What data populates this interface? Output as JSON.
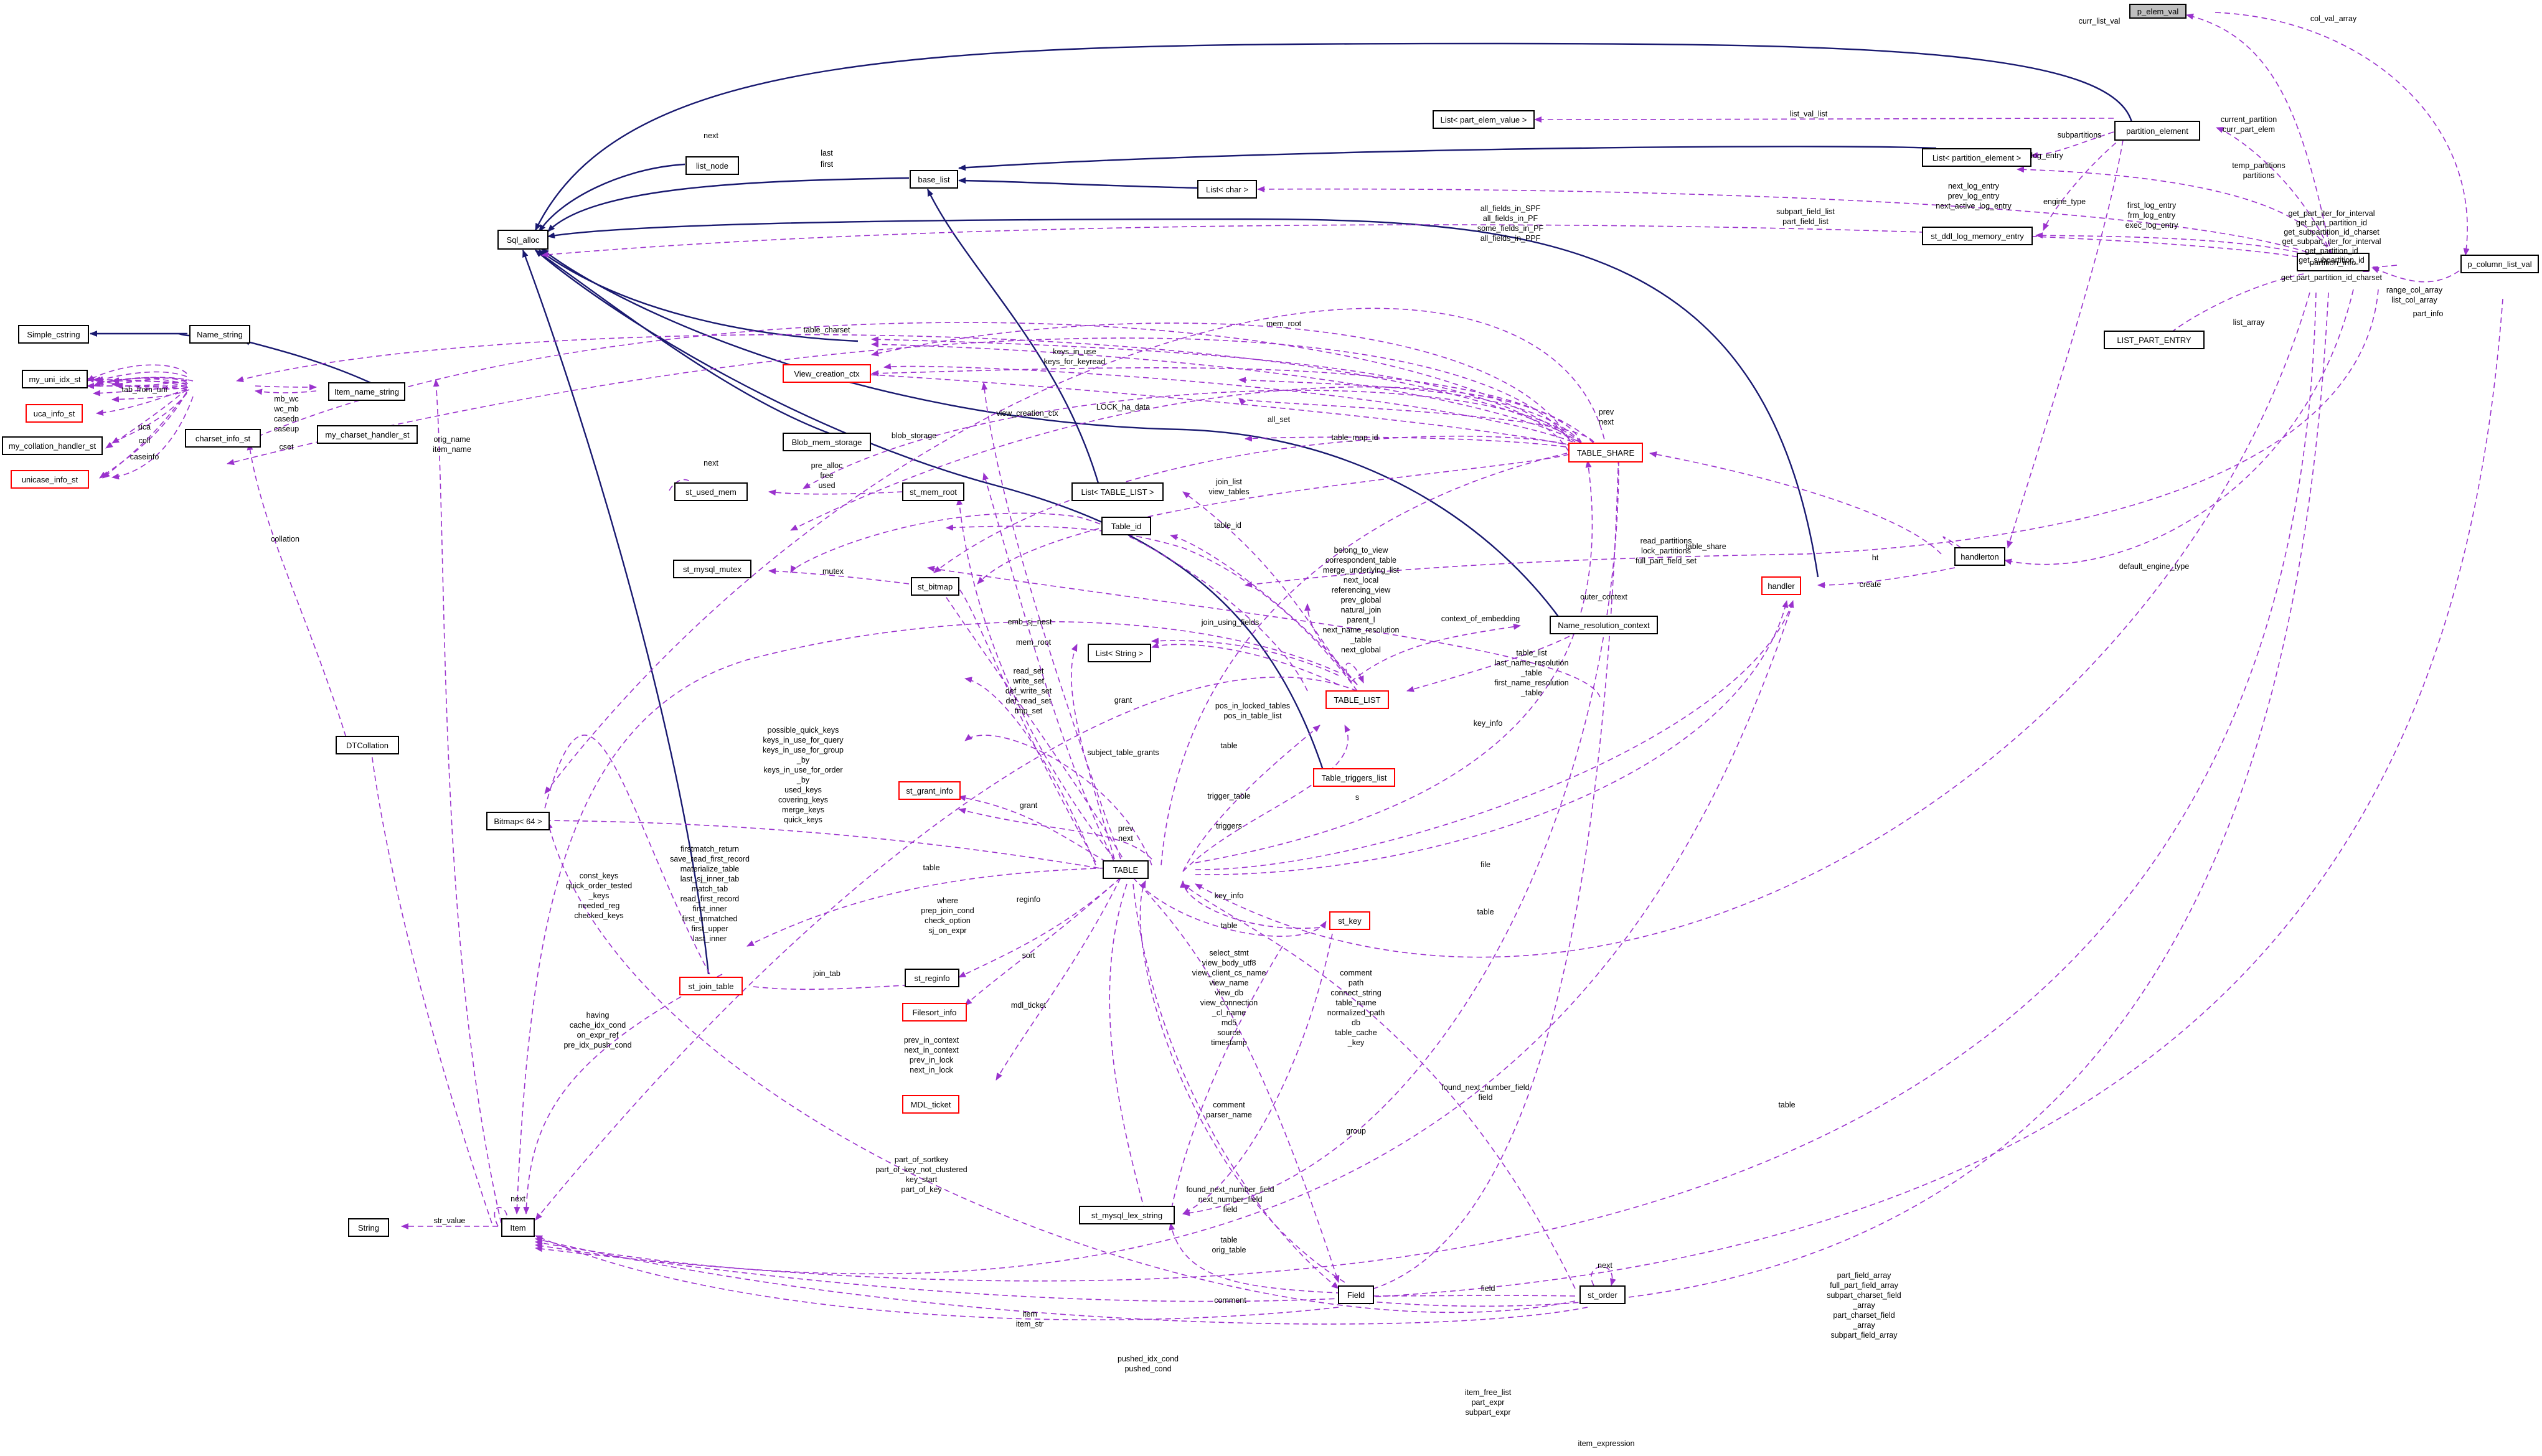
{
  "colors": {
    "inheritance_edge": "#191970",
    "usage_edge": "#9a32cd",
    "node_border": "#000000",
    "incomplete_node_border": "#ff0000",
    "focus_node_fill": "#bfbfbf"
  },
  "nodes": {
    "p_elem_val": {
      "label": "p_elem_val",
      "style": "gray"
    },
    "partition_element": {
      "label": "partition_element"
    },
    "list_part_elem_value": {
      "label": "List< part_elem_value >"
    },
    "list_partition_element": {
      "label": "List< partition_element >"
    },
    "list_node": {
      "label": "list_node"
    },
    "base_list": {
      "label": "base_list"
    },
    "list_char": {
      "label": "List< char >"
    },
    "st_ddl_log_memory_entry": {
      "label": "st_ddl_log_memory_entry"
    },
    "sql_alloc": {
      "label": "Sql_alloc"
    },
    "partition_info": {
      "label": "partition_info"
    },
    "p_column_list_val": {
      "label": "p_column_list_val"
    },
    "simple_cstring": {
      "label": "Simple_cstring"
    },
    "name_string": {
      "label": "Name_string"
    },
    "list_part_entry": {
      "label": "LIST_PART_ENTRY"
    },
    "view_creation_ctx": {
      "label": "View_creation_ctx",
      "style": "red"
    },
    "my_uni_idx_st": {
      "label": "my_uni_idx_st"
    },
    "item_name_string": {
      "label": "Item_name_string"
    },
    "uca_info_st": {
      "label": "uca_info_st",
      "style": "red"
    },
    "charset_info_st": {
      "label": "charset_info_st"
    },
    "my_charset_handler_st": {
      "label": "my_charset_handler_st"
    },
    "my_collation_handler_st": {
      "label": "my_collation_handler_st"
    },
    "blob_mem_storage": {
      "label": "Blob_mem_storage"
    },
    "table_share": {
      "label": "TABLE_SHARE",
      "style": "red"
    },
    "unicase_info_st": {
      "label": "unicase_info_st",
      "style": "red"
    },
    "list_table_list": {
      "label": "List< TABLE_LIST >"
    },
    "st_used_mem": {
      "label": "st_used_mem"
    },
    "st_mem_root": {
      "label": "st_mem_root"
    },
    "table_id": {
      "label": "Table_id"
    },
    "handlerton": {
      "label": "handlerton"
    },
    "handler": {
      "label": "handler",
      "style": "red"
    },
    "st_mysql_mutex": {
      "label": "st_mysql_mutex"
    },
    "st_bitmap": {
      "label": "st_bitmap"
    },
    "name_resolution_context": {
      "label": "Name_resolution_context"
    },
    "list_string": {
      "label": "List< String >"
    },
    "table_list": {
      "label": "TABLE_LIST",
      "style": "red"
    },
    "dtcollation": {
      "label": "DTCollation"
    },
    "table_triggers_list": {
      "label": "Table_triggers_list",
      "style": "red"
    },
    "st_grant_info": {
      "label": "st_grant_info",
      "style": "red"
    },
    "bitmap_64": {
      "label": "Bitmap< 64 >"
    },
    "table": {
      "label": "TABLE"
    },
    "st_key": {
      "label": "st_key",
      "style": "red"
    },
    "st_reginfo": {
      "label": "st_reginfo"
    },
    "st_join_table": {
      "label": "st_join_table",
      "style": "red"
    },
    "filesort_info": {
      "label": "Filesort_info",
      "style": "red"
    },
    "mdl_ticket": {
      "label": "MDL_ticket",
      "style": "red"
    },
    "st_mysql_lex_string": {
      "label": "st_mysql_lex_string"
    },
    "string": {
      "label": "String"
    },
    "item": {
      "label": "Item"
    },
    "field": {
      "label": "Field"
    },
    "st_order": {
      "label": "st_order"
    }
  },
  "edge_labels": {
    "curr_list_val": "curr_list_val",
    "col_val_array": "col_val_array",
    "list_val_list": "list_val_list",
    "current_partition": [
      "current_partition",
      "curr_part_elem"
    ],
    "subpartitions": "subpartitions",
    "log_entry": "log_entry",
    "ddl_log": [
      "next_log_entry",
      "prev_log_entry",
      "next_active_log_entry"
    ],
    "engine_type": "engine_type",
    "next_self": "next",
    "last_first": [
      "last",
      "first"
    ],
    "temp_partitions": [
      "temp_partitions",
      "partitions"
    ],
    "subpart_field_list": [
      "subpart_field_list",
      "part_field_list"
    ],
    "all_fields": [
      "all_fields_in_SPF",
      "all_fields_in_PF",
      "some_fields_in_PF",
      "all_fields_in_PPF"
    ],
    "log_entries": [
      "first_log_entry",
      "frm_log_entry",
      "exec_log_entry"
    ],
    "get_part": [
      "get_part_iter_for_interval",
      "get_part_partition_id",
      "get_subpartition_id_charset",
      "get_subpart_iter_for_interval",
      "get_partition_id",
      "get_subpartition_id",
      "get_part_partition_id_charset"
    ],
    "range_col": [
      "range_col_array",
      "list_col_array",
      "part_info"
    ],
    "list_array": "list_array",
    "mem_root": "mem_root",
    "table_charset": "table_charset",
    "keys_in_use": [
      "keys_in_use",
      "keys_for_keyread"
    ],
    "tab_from_uni": "tab_from_uni",
    "mbwc": [
      "mb_wc",
      "wc_mb",
      "casedn",
      "caseup"
    ],
    "cset": "cset",
    "uca": "uca",
    "coll": "coll",
    "caseinfo": "caseinfo",
    "orig_name": [
      "orig_name",
      "item_name"
    ],
    "blob_storage": "blob_storage",
    "view_creation_ctx": "view_creation_ctx",
    "lock_ha_data": "LOCK_ha_data",
    "all_set": "all_set",
    "table_map_id": "table_map_id",
    "prev_next": [
      "prev",
      "next"
    ],
    "pre_alloc": [
      "pre_alloc",
      "free",
      "used"
    ],
    "join_list": [
      "join_list",
      "view_tables"
    ],
    "table_id": "table_id",
    "read_partitions": [
      "read_partitions",
      "lock_partitions",
      "full_part_field_set"
    ],
    "ht": "ht",
    "create": "create",
    "default_engine_type": "default_engine_type",
    "table_share": "table_share",
    "mutex": "mutex",
    "belong_to_view": [
      "belong_to_view",
      "correspondent_table",
      "merge_underlying_list",
      "next_local",
      "referencing_view",
      "prev_global",
      "natural_join",
      "parent_l",
      "next_name_resolution",
      "_table",
      "next_global"
    ],
    "outer_context": "outer_context",
    "context_of_embedding": "context_of_embedding",
    "emb_sj_nest": "emb_sj_nest",
    "join_using_fields": "join_using_fields",
    "table_list_ctx": [
      "table_list",
      "last_name_resolution",
      "_table",
      "first_name_resolution",
      "_table"
    ],
    "collation": "collation",
    "read_set": [
      "read_set",
      "write_set",
      "def_write_set",
      "def_read_set",
      "tmp_set"
    ],
    "grant": "grant",
    "pos_in_locked": [
      "pos_in_locked_tables",
      "pos_in_table_list"
    ],
    "key_info": "key_info",
    "table": "table",
    "subject_table_grants": "subject_table_grants",
    "trigger_table": "trigger_table",
    "triggers": "triggers",
    "s": "s",
    "possible_quick_keys": [
      "possible_quick_keys",
      "keys_in_use_for_query",
      "keys_in_use_for_group",
      "_by",
      "keys_in_use_for_order",
      "_by",
      "used_keys",
      "covering_keys",
      "merge_keys",
      "quick_keys"
    ],
    "firstmatch_return": [
      "firstmatch_return",
      "save_read_first_record",
      "materialize_table",
      "last_sj_inner_tab",
      "match_tab",
      "read_first_record",
      "first_inner",
      "first_unmatched",
      "first_upper",
      "last_inner"
    ],
    "const_keys": [
      "const_keys",
      "quick_order_tested",
      "_keys",
      "needed_reg",
      "checked_keys"
    ],
    "file": "file",
    "where": [
      "where",
      "prep_join_cond",
      "check_option",
      "sj_on_expr"
    ],
    "reginfo": "reginfo",
    "join_tab": "join_tab",
    "sort": "sort",
    "select_stmt": [
      "select_stmt",
      "view_body_utf8",
      "view_client_cs_name",
      "view_name",
      "view_db",
      "view_connection",
      "_cl_name",
      "md5",
      "source",
      "timestamp"
    ],
    "comment_path": [
      "comment",
      "path",
      "connect_string",
      "table_name",
      "normalized_path",
      "db",
      "table_cache",
      "_key"
    ],
    "mdl_ticket": "mdl_ticket",
    "mdl_chain": [
      "prev_in_context",
      "next_in_context",
      "prev_in_lock",
      "next_in_lock"
    ],
    "having": [
      "having",
      "cache_idx_cond",
      "on_expr_ref",
      "pre_idx_push_cond"
    ],
    "found_next_number_field": [
      "found_next_number_field",
      "field"
    ],
    "comment_parser": [
      "comment",
      "parser_name"
    ],
    "group": "group",
    "part_of_sortkey": [
      "part_of_sortkey",
      "part_of_key_not_clustered",
      "key_start",
      "part_of_key"
    ],
    "found_next_field": [
      "found_next_number_field",
      "next_number_field",
      "field"
    ],
    "str_value": "str_value",
    "table_orig": [
      "table",
      "orig_table"
    ],
    "comment": "comment",
    "field": "field",
    "item_str": [
      "item",
      "item_str"
    ],
    "part_field_array": [
      "part_field_array",
      "full_part_field_array",
      "subpart_charset_field",
      "_array",
      "part_charset_field",
      "_array",
      "subpart_field_array"
    ],
    "pushed_idx_cond": [
      "pushed_idx_cond",
      "pushed_cond"
    ],
    "item_free_list": [
      "item_free_list",
      "part_expr",
      "subpart_expr"
    ],
    "item_expression": "item_expression"
  }
}
